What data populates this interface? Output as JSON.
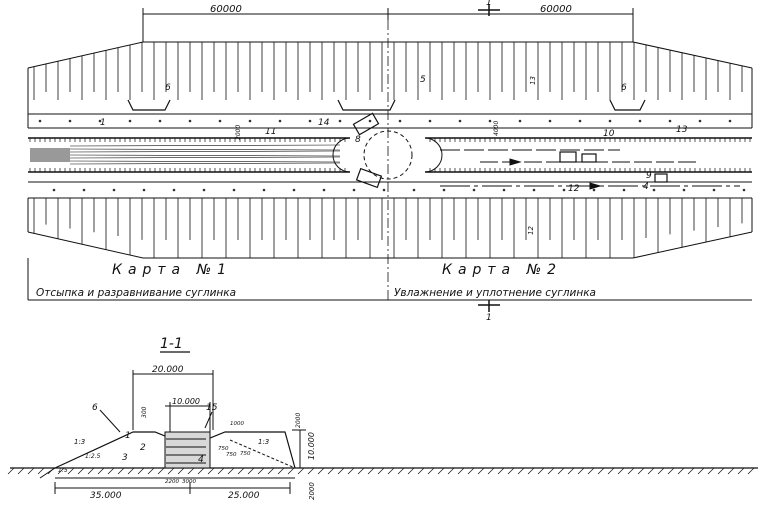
{
  "plan": {
    "dimensions": {
      "left": "60000",
      "right": "60000"
    },
    "section_mark": "1",
    "map1": {
      "title": "Карта №1",
      "caption": "Отсыпка и разравнивание суглинка"
    },
    "map2": {
      "title": "Карта №2",
      "caption": "Увлажнение и уплотнение суглинка"
    },
    "callouts": [
      "1",
      "4",
      "5",
      "6",
      "6",
      "8",
      "9",
      "10",
      "11",
      "12",
      "13",
      "14"
    ],
    "small_notes": {
      "m13": "13",
      "m12": "12",
      "d4000": "4000",
      "d2000": "2000"
    }
  },
  "section": {
    "title": "1-1",
    "top_width": "20.000",
    "inner_width": "10.000",
    "left_base": "35.000",
    "right_base": "25.000",
    "height": "10.000",
    "bottom_dim": "2000",
    "d300": "300",
    "d2000": "2000",
    "slope_left": "1:3",
    "slope_left2": "1:2.5",
    "slope_right": "1:3",
    "slope_toe": "1:5",
    "callouts": [
      "1",
      "2",
      "3",
      "4",
      "6",
      "15"
    ],
    "small_dims": [
      "2200",
      "3000",
      "750",
      "1000",
      "750",
      "750"
    ]
  }
}
